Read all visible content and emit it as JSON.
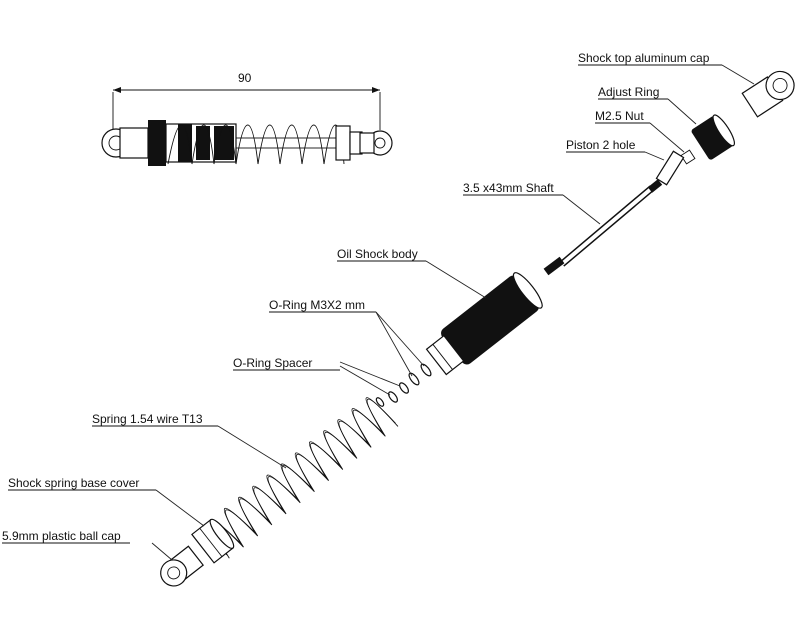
{
  "dimension": {
    "value": "90"
  },
  "labels": {
    "top_cap": "Shock top aluminum cap",
    "adjust_ring": "Adjust Ring",
    "nut": "M2.5 Nut",
    "piston": "Piston 2 hole",
    "shaft": "3.5 x43mm Shaft",
    "body": "Oil Shock body",
    "oring": "O-Ring M3X2 mm",
    "spacer": "O-Ring Spacer",
    "spring": "Spring 1.54 wire  T13",
    "base_cover": "Shock spring base cover",
    "ball_cap": "5.9mm plastic ball cap"
  }
}
